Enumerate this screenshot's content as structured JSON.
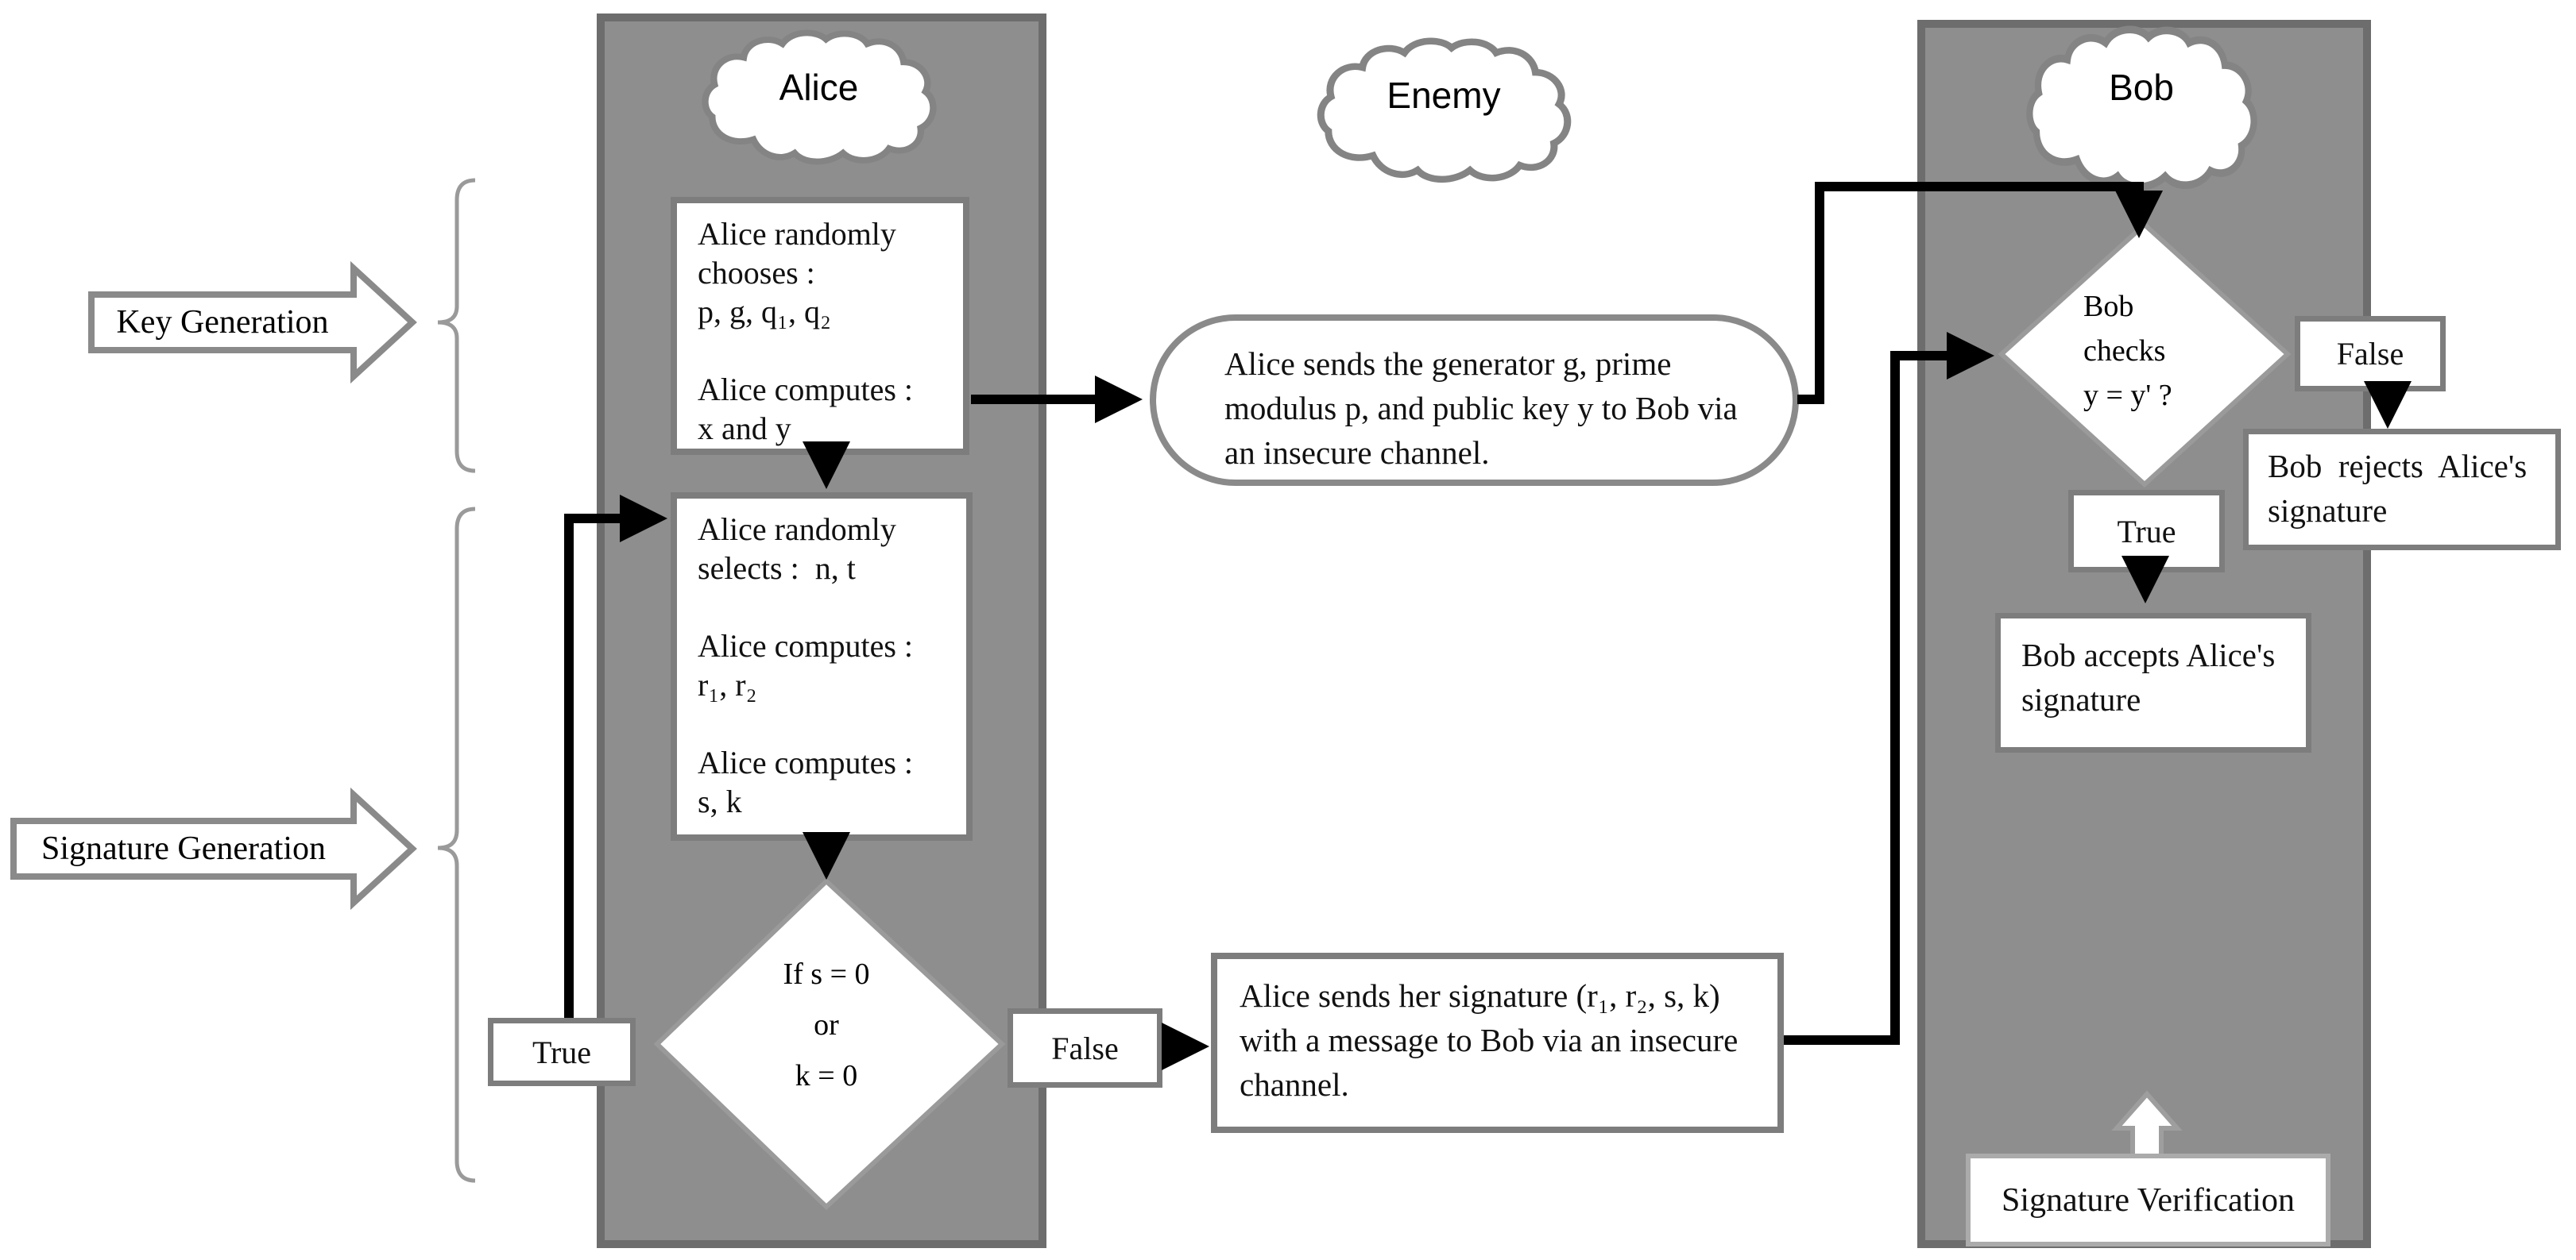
{
  "diagram": {
    "clouds": {
      "alice": "Alice",
      "enemy": "Enemy",
      "bob": "Bob"
    },
    "side_labels": {
      "key_generation": "Key Generation",
      "signature_generation": "Signature Generation"
    },
    "alice": {
      "keygen_box": {
        "lines": [
          "Alice randomly",
          "chooses :",
          "p, g, q₁, q₂",
          "",
          "Alice computes :",
          "x and y"
        ]
      },
      "sign_box": {
        "lines": [
          "Alice randomly",
          "selects :  n, t",
          "",
          "Alice computes :",
          "r₁, r₂",
          "",
          "Alice computes :",
          "s, k"
        ]
      },
      "decision": {
        "lines": [
          "If s = 0",
          "or",
          "k = 0"
        ]
      },
      "true_label": "True",
      "false_label": "False"
    },
    "channel": {
      "key_message": {
        "lines": [
          "Alice sends the generator g, prime",
          "modulus p, and public key y to Bob via",
          "an insecure channel."
        ]
      },
      "signature_message": {
        "lines": [
          "Alice sends her signature (r₁, r₂, s, k)",
          "with a message to Bob via an insecure",
          "channel."
        ]
      }
    },
    "bob": {
      "decision": {
        "lines": [
          "Bob",
          "checks",
          "y = y' ?"
        ]
      },
      "false_label": "False",
      "true_label": "True",
      "reject_box": {
        "lines": [
          "Bob  rejects  Alice's",
          "signature"
        ]
      },
      "accept_box": {
        "lines": [
          "Bob accepts Alice's",
          "signature"
        ]
      },
      "verification_label": "Signature Verification"
    },
    "colors": {
      "column_fill": "#8e8e8e",
      "column_border": "#6d6d6d",
      "box_border": "#7d7d7d",
      "connector": "#000000",
      "brace": "#9a9a9a"
    }
  }
}
